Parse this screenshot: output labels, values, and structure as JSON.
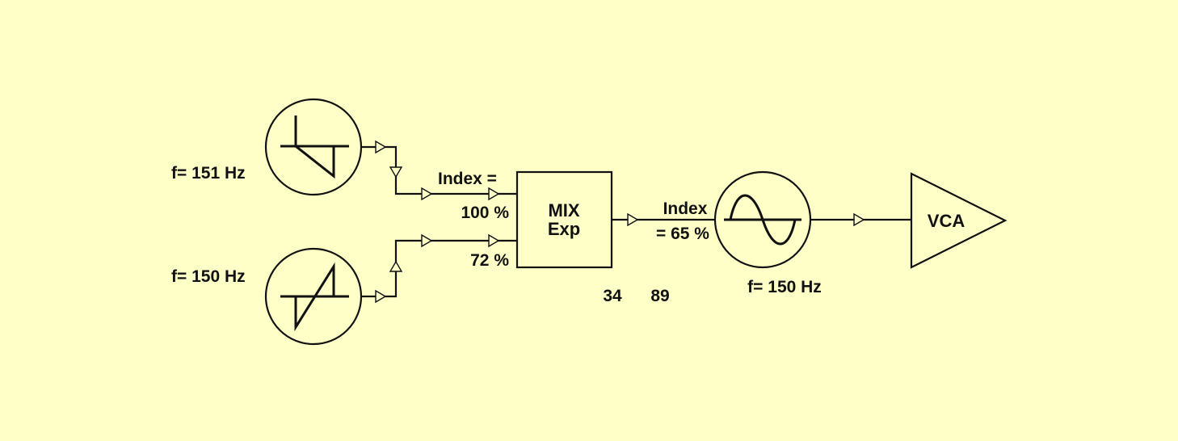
{
  "colors": {
    "background": "#ffffc8",
    "stroke": "#111111"
  },
  "oscillators": [
    {
      "id": "saw-down",
      "label": "f= 151 Hz",
      "waveform": "sawtooth-down-icon"
    },
    {
      "id": "saw-up",
      "label": "f= 150 Hz",
      "waveform": "sawtooth-up-icon"
    },
    {
      "id": "sine",
      "label": "f= 150 Hz",
      "waveform": "sine-icon"
    }
  ],
  "mixer": {
    "line1": "MIX",
    "line2": "Exp",
    "index_label": "Index =",
    "input1_level": "100 %",
    "input2_level": "72 %"
  },
  "modulation": {
    "line1": "Index",
    "line2": "= 65 %"
  },
  "footer_numbers": [
    "34",
    "89"
  ],
  "vca": {
    "label": "VCA"
  }
}
